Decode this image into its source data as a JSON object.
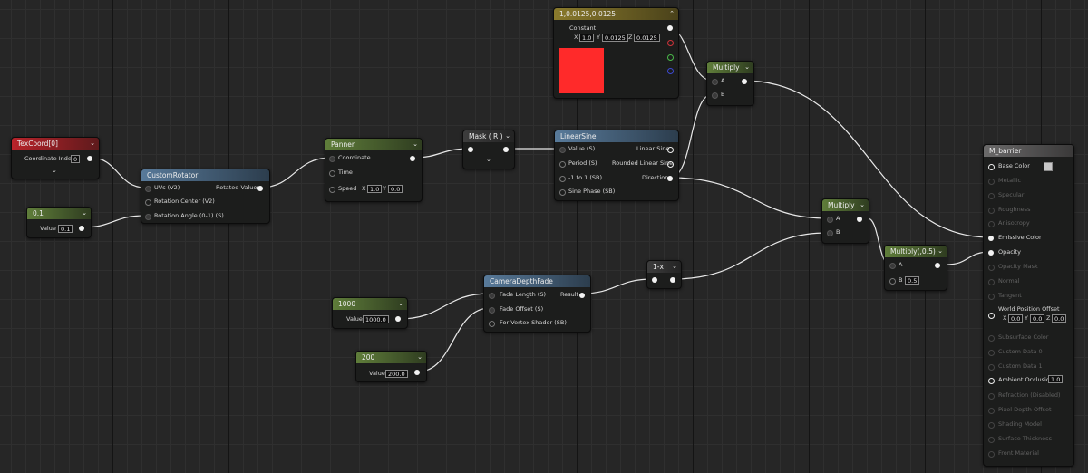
{
  "editor": {
    "title": "M_barrier"
  },
  "colors": {
    "constant_swatch": "#ff2a2a",
    "base_color_swatch": "#c8c8c8"
  },
  "nodes": {
    "texcoord": {
      "title": "TexCoord[0]",
      "coordinate_index_label": "Coordinate Index",
      "coordinate_index_value": "0"
    },
    "scalar01": {
      "title": "0.1",
      "value_label": "Value",
      "value": "0.1"
    },
    "custom_rotator": {
      "title": "CustomRotator",
      "uvs": "UVs (V2)",
      "rotation_center": "Rotation Center (V2)",
      "rotation_angle": "Rotation Angle (0-1) (S)",
      "rotated_values": "Rotated Values"
    },
    "panner": {
      "title": "Panner",
      "coordinate": "Coordinate",
      "time": "Time",
      "speed": "Speed",
      "speed_x_label": "X",
      "speed_x": "1.0",
      "speed_y_label": "Y",
      "speed_y": "0.0"
    },
    "mask": {
      "title": "Mask ( R )"
    },
    "constant": {
      "title": "1,0.0125,0.0125",
      "label": "Constant",
      "x_label": "X",
      "x": "1.0",
      "y_label": "Y",
      "y": "0.0125",
      "z_label": "Z",
      "z": "0.0125"
    },
    "linear_sine": {
      "title": "LinearSine",
      "value": "Value (S)",
      "period": "Period (S)",
      "minus_one_to_one": "-1 to 1 (SB)",
      "sine_phase": "Sine Phase (SB)",
      "linear_sine": "Linear Sine",
      "rounded_linear_sine": "Rounded Linear Sine",
      "direction": "Direction"
    },
    "multiply_top": {
      "title": "Multiply",
      "a": "A",
      "b": "B"
    },
    "multiply_mid": {
      "title": "Multiply",
      "a": "A",
      "b": "B"
    },
    "multiply_half": {
      "title": "Multiply(,0.5)",
      "a": "A",
      "b": "B",
      "b_value": "0.5"
    },
    "one_minus": {
      "title": "1-x"
    },
    "camera_depth_fade": {
      "title": "CameraDepthFade",
      "fade_length": "Fade Length (S)",
      "fade_offset": "Fade Offset (S)",
      "vertex_shader": "For Vertex Shader (SB)",
      "result": "Result"
    },
    "scalar1000": {
      "title": "1000",
      "value_label": "Value",
      "value": "1000.0"
    },
    "scalar200": {
      "title": "200",
      "value_label": "Value",
      "value": "200.0"
    },
    "result": {
      "title": "M_barrier",
      "base_color": "Base Color",
      "metallic": "Metallic",
      "specular": "Specular",
      "roughness": "Roughness",
      "anisotropy": "Anisotropy",
      "emissive_color": "Emissive Color",
      "opacity": "Opacity",
      "opacity_mask": "Opacity Mask",
      "normal": "Normal",
      "tangent": "Tangent",
      "wpo": "World Position Offset",
      "wpo_x_label": "X",
      "wpo_x": "0.0",
      "wpo_y_label": "Y",
      "wpo_y": "0.0",
      "wpo_z_label": "Z",
      "wpo_z": "0.0",
      "subsurface_color": "Subsurface Color",
      "custom_data0": "Custom Data 0",
      "custom_data1": "Custom Data 1",
      "ambient_occlusion": "Ambient Occlusion",
      "ambient_occlusion_value": "1.0",
      "refraction": "Refraction (Disabled)",
      "pixel_depth_offset": "Pixel Depth Offset",
      "shading_model": "Shading Model",
      "surface_thickness": "Surface Thickness",
      "front_material": "Front Material"
    }
  }
}
